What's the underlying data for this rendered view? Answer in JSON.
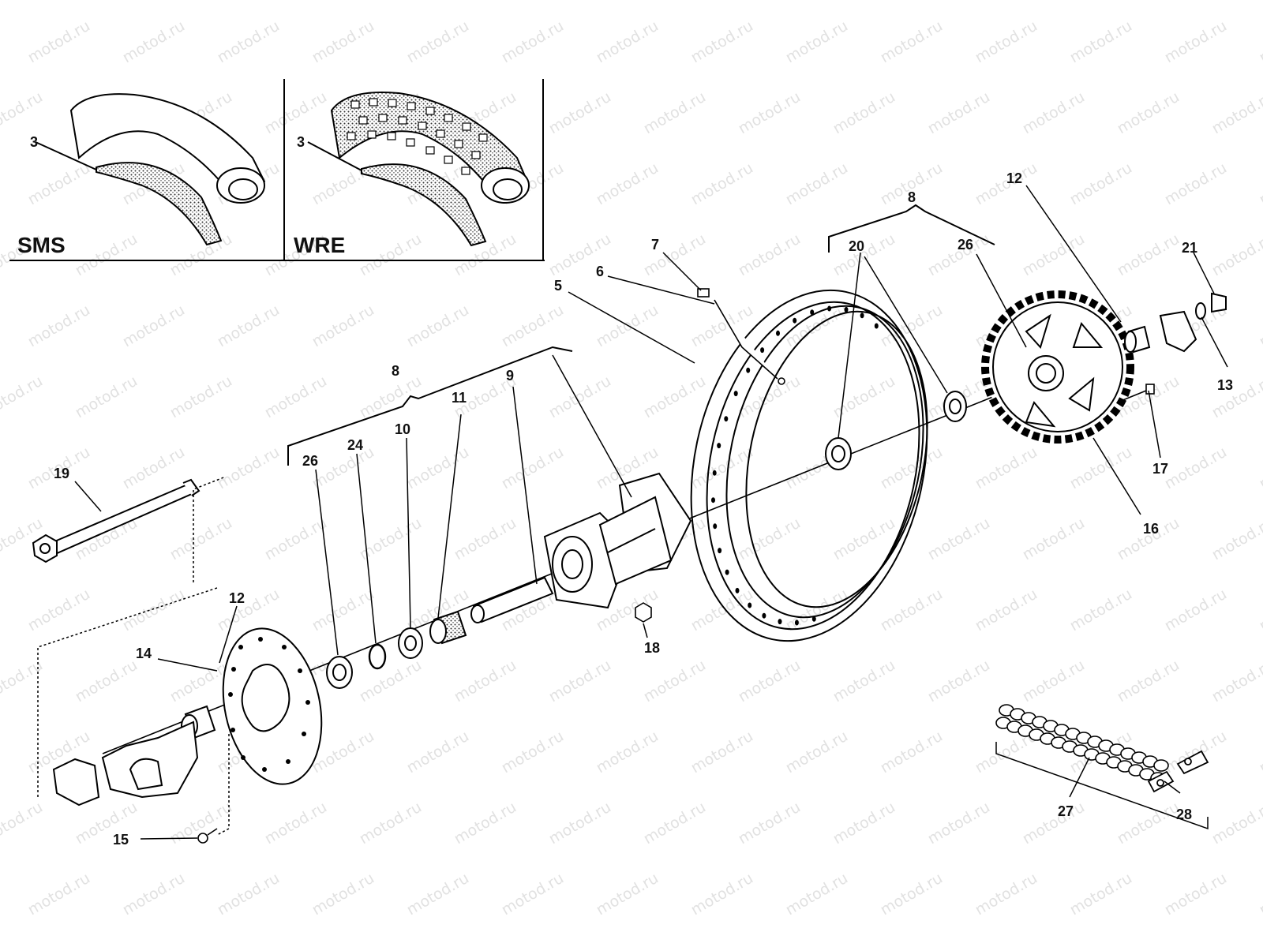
{
  "diagram": {
    "watermark": "motod.ru",
    "insets": {
      "sms": {
        "name": "SMS",
        "callout": "3"
      },
      "wre": {
        "name": "WRE",
        "callout": "3"
      }
    },
    "callouts": {
      "c19": "19",
      "c12a": "12",
      "c14": "14",
      "c15": "15",
      "c8a": "8",
      "c26a": "26",
      "c24": "24",
      "c10": "10",
      "c11": "11",
      "c9": "9",
      "c18": "18",
      "c5": "5",
      "c6": "6",
      "c7": "7",
      "c8b": "8",
      "c20": "20",
      "c26b": "26",
      "c12b": "12",
      "c21": "21",
      "c13": "13",
      "c17": "17",
      "c16": "16",
      "c27": "27",
      "c28": "28"
    }
  }
}
